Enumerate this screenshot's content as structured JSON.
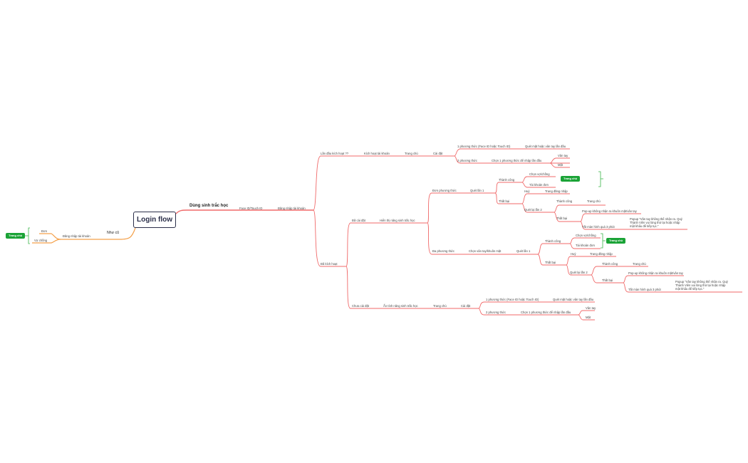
{
  "colors": {
    "root_border": "#2b2f4a",
    "left_branch": "#f4a04a",
    "right_branch": "#f06a6a",
    "tag_bg": "#1aa336",
    "bracket": "#3bb54a"
  },
  "root": {
    "label": "Login flow"
  },
  "left": {
    "branch": "Như cũ",
    "child": "Đăng nhập tài khoản",
    "leaves": [
      "Đơn",
      "Vợ chồng"
    ],
    "tag": "Trang chủ"
  },
  "right": {
    "branch": "Dùng sinh trắc học",
    "n1": "Face ID/Touch ID",
    "n2": "Đăng nhập tài khoản",
    "first": {
      "label": "Lần đầu kích hoạt ??",
      "n1": "Kích hoạt tài khoản",
      "n2": "Trang chủ",
      "n3": "Cài đặt",
      "opt1": "1 phương thức (Face ID hoặc Touch ID)",
      "opt1_leaf": "Quét mặt hoặc vân tay lần đầu",
      "opt2": "2 phương thức",
      "opt2_child": "Chọn 1 phương thức để nhập lần đầu",
      "opt2_leaves": [
        "Vân tay",
        "Mặt"
      ]
    },
    "activated": {
      "label": "Đã kích hoạt",
      "installed": {
        "label": "Đã cài đặt",
        "child": "Hiển thị năng sinh trắc học",
        "single": {
          "label": "Đơn phương thức",
          "scan1": "Quét lần 1",
          "success": "Thành công",
          "success_leaves": [
            "Chọn vợ/chồng",
            "Tài khoản đơn"
          ],
          "tag": "Trang chủ",
          "fail": "Thất bại",
          "cancel": "Huỷ",
          "cancel_leaf": "Trang đăng nhập",
          "scan2": "Quét lại lần 2",
          "s2_success": "Thành công",
          "s2_success_leaf": "Trang chủ",
          "s2_fail": "Thất bại",
          "popup1": "Pop-up không nhận ra khuôn mặt/vân tay",
          "lock": "Tắt màn hình quá 3 phút",
          "popup2": "Popup \"Vân tay không thể nhận ra. Quý Thành Viên vui lòng thử lại hoặc nhập mật khẩu để tiếp tục.\""
        },
        "multi": {
          "label": "Đa phương thức",
          "choose": "Chọn vân tay/khuôn mặt",
          "scan1": "Quét lần 1",
          "success": "Thành công",
          "success_leaves": [
            "Chọn vợ/chồng",
            "Tài khoản đơn"
          ],
          "tag": "Trang chủ",
          "fail": "Thất bại",
          "cancel": "Huỷ",
          "cancel_leaf": "Trang đăng nhập",
          "scan2": "Quét lại lần 2",
          "s2_success": "Thành công",
          "s2_success_leaf": "Trang chủ",
          "s2_fail": "Thất bại",
          "popup1": "Pop-up không nhận ra khuôn mặt/vân tay",
          "lock": "Tắt màn hình quá 3 phút",
          "popup2": "Popup \"Vân tay không thể nhận ra. Quý Thành Viên vui lòng thử lại hoặc nhập mật khẩu để tiếp tục.\""
        }
      },
      "not_installed": {
        "label": "Chưa cài đặt",
        "n1": "Ẩn tính năng sinh trắc học",
        "n2": "Trang chủ",
        "n3": "Cài đặt",
        "opt1": "1 phương thức (Face ID hoặc Touch ID)",
        "opt1_leaf": "Quét mặt hoặc vân tay lần đầu",
        "opt2": "2 phương thức",
        "opt2_child": "Chọn 1 phương thức để nhập lần đầu",
        "opt2_leaves": [
          "Vân tay",
          "Mặt"
        ]
      }
    }
  }
}
